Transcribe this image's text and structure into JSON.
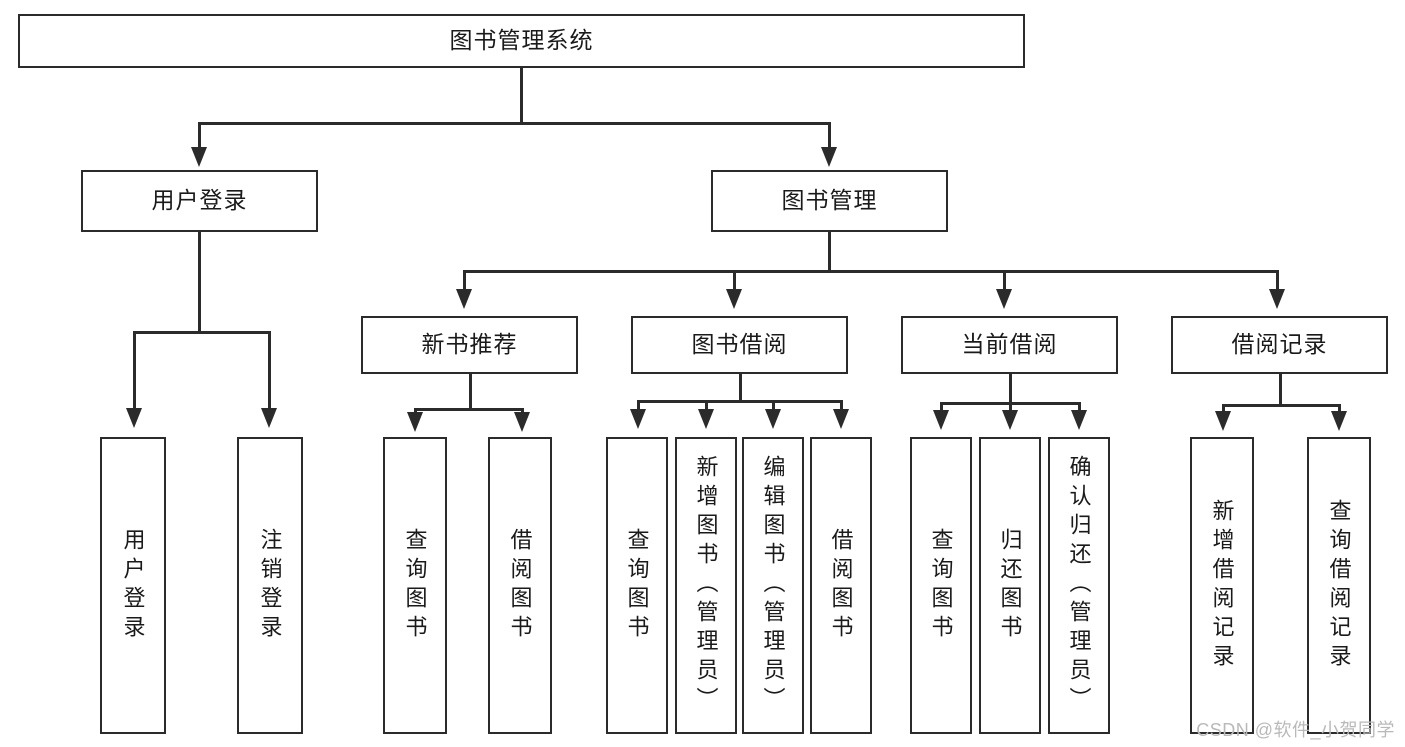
{
  "diagram": {
    "type": "tree",
    "title": "图书管理系统",
    "orientation": "top-down",
    "colors": {
      "line": "#2b2b2b",
      "box_fill": "#ffffff",
      "text": "#1a1a1a",
      "watermark": "#b9b9b9",
      "background": "#ffffff"
    }
  },
  "root": {
    "label": "图书管理系统"
  },
  "level2": [
    {
      "label": "用户登录"
    },
    {
      "label": "图书管理"
    }
  ],
  "level3": [
    {
      "label": "新书推荐"
    },
    {
      "label": "图书借阅"
    },
    {
      "label": "当前借阅"
    },
    {
      "label": "借阅记录"
    }
  ],
  "leaves": [
    {
      "label": "用户登录",
      "parent": "用户登录"
    },
    {
      "label": "注销登录",
      "parent": "用户登录"
    },
    {
      "label": "查询图书",
      "parent": "新书推荐"
    },
    {
      "label": "借阅图书",
      "parent": "新书推荐"
    },
    {
      "label": "查询图书",
      "parent": "图书借阅"
    },
    {
      "label": "新增图书（管理员）",
      "parent": "图书借阅"
    },
    {
      "label": "编辑图书（管理员）",
      "parent": "图书借阅"
    },
    {
      "label": "借阅图书",
      "parent": "图书借阅"
    },
    {
      "label": "查询图书",
      "parent": "当前借阅"
    },
    {
      "label": "归还图书",
      "parent": "当前借阅"
    },
    {
      "label": "确认归还（管理员）",
      "parent": "当前借阅"
    },
    {
      "label": "新增借阅记录",
      "parent": "借阅记录"
    },
    {
      "label": "查询借阅记录",
      "parent": "借阅记录"
    }
  ],
  "watermark": {
    "text": "CSDN @软件_小贺同学"
  }
}
